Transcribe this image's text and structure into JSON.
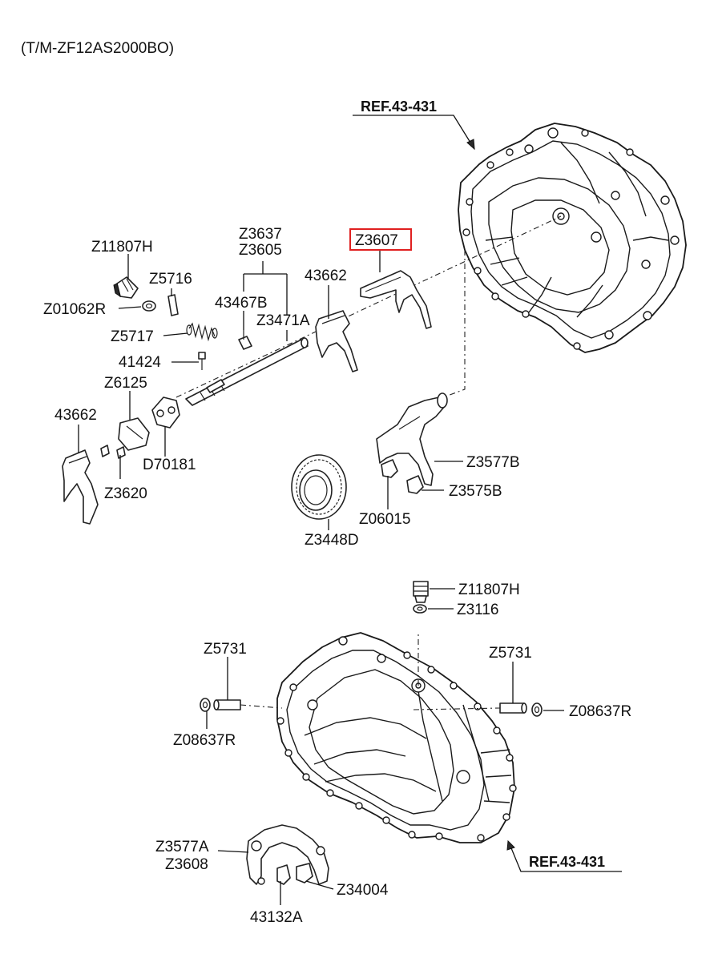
{
  "header": {
    "model_code": "(T/M-ZF12AS2000BO)"
  },
  "references": {
    "top": "REF.43-431",
    "bottom": "REF.43-431"
  },
  "highlighted_part": "Z3607",
  "highlight_color": "#e02020",
  "labels": {
    "z11807h_top": "Z11807H",
    "z01062r": "Z01062R",
    "z5716": "Z5716",
    "z5717": "Z5717",
    "p41424": "41424",
    "z6125": "Z6125",
    "p43662_left": "43662",
    "z3620": "Z3620",
    "d70181": "D70181",
    "z3637": "Z3637",
    "z3605": "Z3605",
    "p43467b": "43467B",
    "z3471a": "Z3471A",
    "p43662_mid": "43662",
    "z3607": "Z3607",
    "z3577b": "Z3577B",
    "z3575b": "Z3575B",
    "z06015": "Z06015",
    "z3448d": "Z3448D",
    "z11807h_bottom": "Z11807H",
    "z3116": "Z3116",
    "z5731_left": "Z5731",
    "z08637r_left": "Z08637R",
    "z5731_right": "Z5731",
    "z08637r_right": "Z08637R",
    "z3577a": "Z3577A",
    "z3608": "Z3608",
    "z34004": "Z34004",
    "p43132a": "43132A"
  }
}
